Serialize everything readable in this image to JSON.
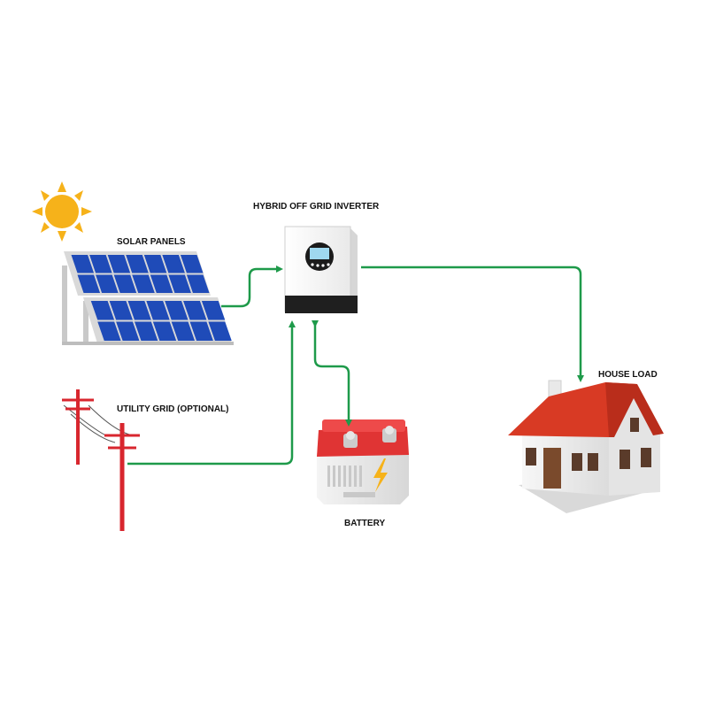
{
  "labels": {
    "solar": "SOLAR PANELS",
    "inverter": "HYBRID OFF GRID INVERTER",
    "grid": "UTILITY GRID (OPTIONAL)",
    "battery": "BATTERY",
    "house": "HOUSE LOAD"
  },
  "colors": {
    "arrow": "#1e9a4a",
    "sun": "#f6b21a",
    "panel": "#1f4bb8",
    "pole": "#d8262e",
    "roof": "#d83a24",
    "battery_top": "#e03434"
  }
}
